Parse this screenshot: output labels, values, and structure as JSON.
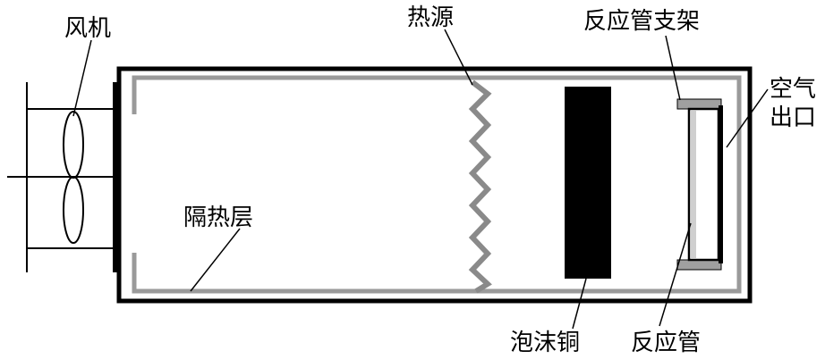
{
  "labels": {
    "fan": "风机",
    "heat_source": "热源",
    "reactor_support": "反应管支架",
    "air_outlet_line1": "空气",
    "air_outlet_line2": "出口",
    "insulation": "隔热层",
    "copper_foam": "泡沫铜",
    "reactor_tube": "反应管"
  },
  "colors": {
    "outline": "#000000",
    "insulation": "#9a9a9a",
    "heat_coil": "#8a8a8a",
    "support": "#a0a0a0",
    "copper_foam": "#000000",
    "background": "#ffffff"
  },
  "icons": {
    "fan": "fan-icon"
  }
}
